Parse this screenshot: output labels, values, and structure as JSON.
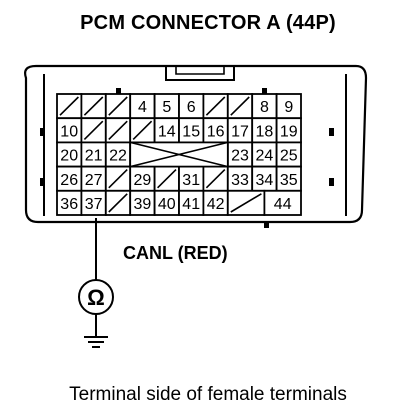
{
  "title": "PCM CONNECTOR A (44P)",
  "wire_label": "CANL (RED)",
  "caption": "Terminal side of female terminals",
  "meter_symbol": "Ω",
  "meter_icon": "ohmmeter-icon",
  "ground_icon": "ground-icon",
  "connector": {
    "rows": [
      [
        "",
        "",
        "",
        "4",
        "5",
        "6",
        "",
        "",
        "8",
        "9"
      ],
      [
        "10",
        "",
        "",
        "",
        "14",
        "15",
        "16",
        "17",
        "18",
        "19"
      ],
      [
        "20",
        "21",
        "22",
        "",
        "",
        "",
        "",
        "23",
        "24",
        "25"
      ],
      [
        "26",
        "27",
        "",
        "29",
        "",
        "31",
        "",
        "33",
        "34",
        "35"
      ],
      [
        "36",
        "37",
        "",
        "39",
        "40",
        "41",
        "42",
        "",
        "44"
      ]
    ],
    "probed_terminal": "37"
  }
}
